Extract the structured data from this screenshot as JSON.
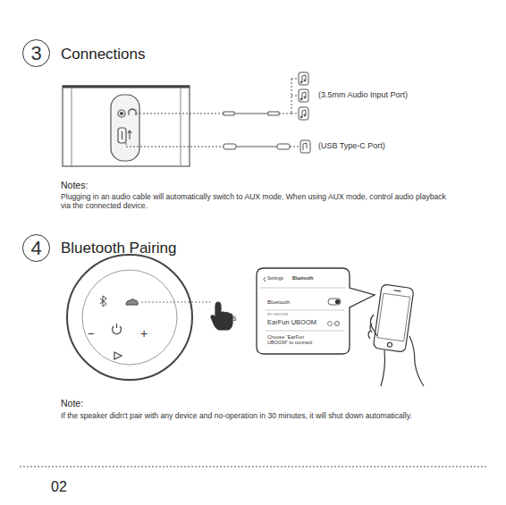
{
  "diagram": {
    "nodes": [
      {
        "text": [
          "3"
        ]
      },
      {
        "text": [
          "4"
        ]
      },
      {
        "text": [
          "Settings",
          "Bluetooth",
          "Bluetooth",
          "MY DEVICES",
          "EarFun UBOOM",
          "Choose “EarFun UBOOM” to connect"
        ]
      }
    ],
    "labels": [
      "Connections",
      "(3.5mm Audio Input Port)",
      "(USB Type-C Port)",
      "Notes:",
      "Plugging in an audio cable will automatically switch to AUX mode. When using AUX mode, control audio playback via the connected device.",
      "Bluetooth Pairing",
      "−",
      "+",
      "1s",
      "Note:",
      "If the speaker didn't pair with any device and no-operation in 30 minutes, it will shut down automatically.",
      "02"
    ]
  }
}
